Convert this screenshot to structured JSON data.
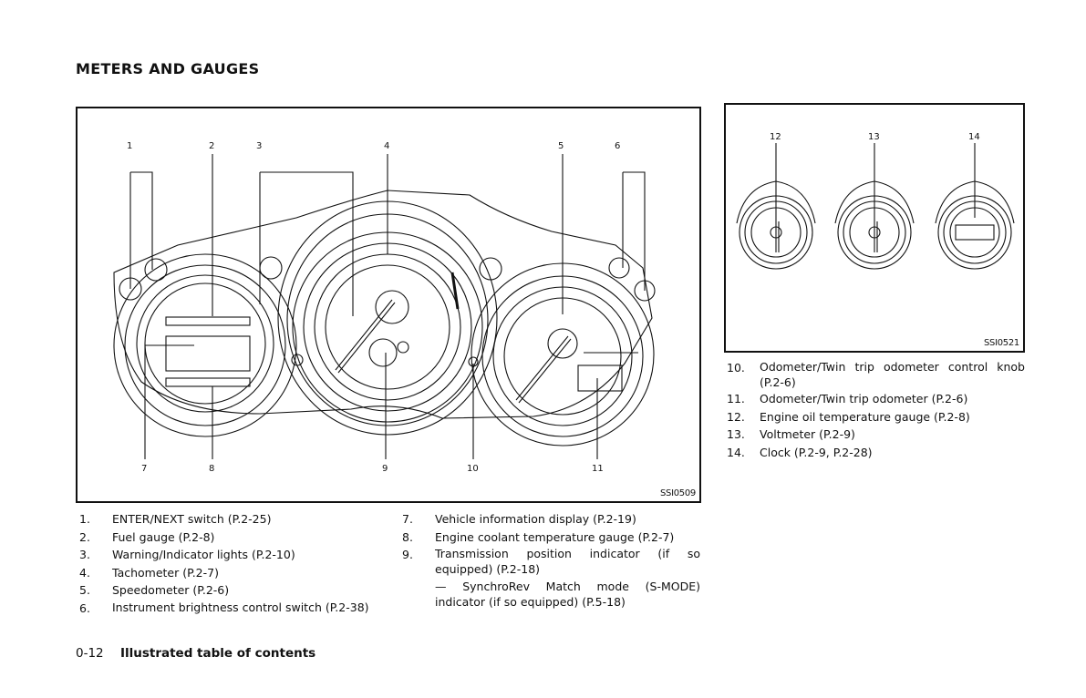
{
  "page": {
    "section_title": "METERS AND GAUGES",
    "footer": {
      "page_number": "0-12",
      "section": "Illustrated table of contents"
    }
  },
  "figures": [
    {
      "code": "SSI0509",
      "callouts": [
        "1",
        "2",
        "3",
        "4",
        "5",
        "6",
        "7",
        "8",
        "9",
        "10",
        "11"
      ]
    },
    {
      "code": "SSI0521",
      "callouts": [
        "12",
        "13",
        "14"
      ]
    }
  ],
  "legend": {
    "left": [
      {
        "num": "1.",
        "text": "ENTER/NEXT switch (P.2-25)"
      },
      {
        "num": "2.",
        "text": "Fuel gauge (P.2-8)"
      },
      {
        "num": "3.",
        "text": "Warning/Indicator lights (P.2-10)"
      },
      {
        "num": "4.",
        "text": "Tachometer (P.2-7)"
      },
      {
        "num": "5.",
        "text": "Speedometer (P.2-6)"
      },
      {
        "num": "6.",
        "text": "Instrument brightness control switch (P.2-38)"
      }
    ],
    "middle": [
      {
        "num": "7.",
        "text": "Vehicle information display (P.2-19)"
      },
      {
        "num": "8.",
        "text": "Engine coolant temperature gauge (P.2-7)"
      },
      {
        "num": "9.",
        "text": "Transmission position indicator (if so equipped) (P.2-18)",
        "subtext": "— SynchroRev Match mode (S-MODE) indicator (if so equipped) (P.5-18)"
      }
    ],
    "right": [
      {
        "num": "10.",
        "text": "Odometer/Twin trip odometer control knob (P.2-6)"
      },
      {
        "num": "11.",
        "text": "Odometer/Twin trip odometer (P.2-6)"
      },
      {
        "num": "12.",
        "text": "Engine oil temperature gauge (P.2-8)"
      },
      {
        "num": "13.",
        "text": "Voltmeter (P.2-9)"
      },
      {
        "num": "14.",
        "text": "Clock (P.2-9, P.2-28)"
      }
    ]
  }
}
